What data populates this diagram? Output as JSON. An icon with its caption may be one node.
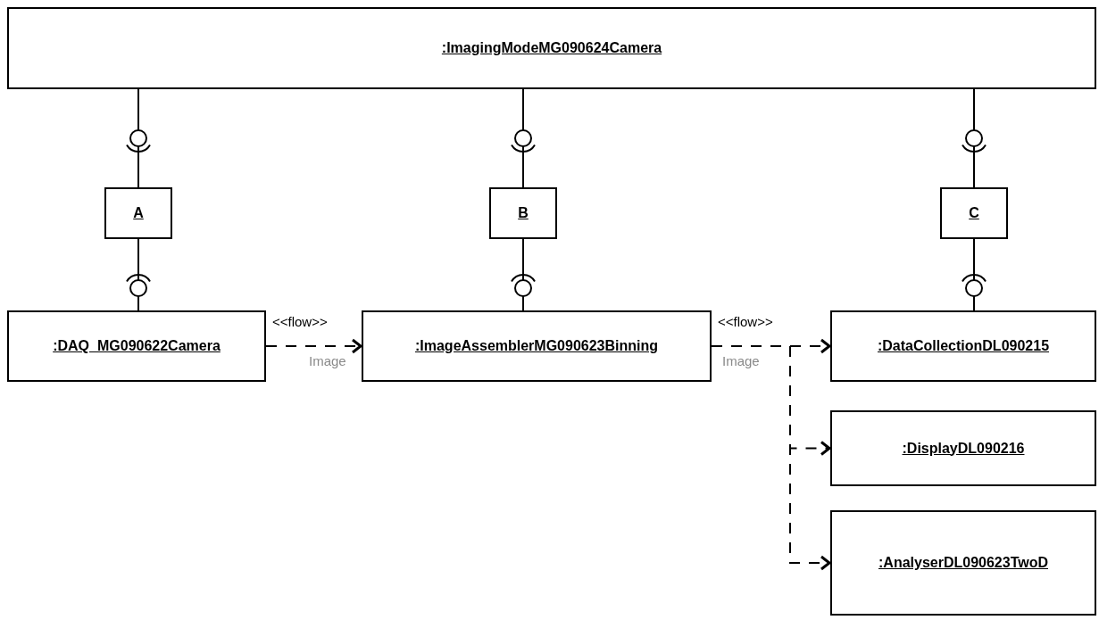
{
  "diagram": {
    "nodes": [
      {
        "text": [
          ":ImagingModeMG090624Camera"
        ]
      },
      {
        "text": [
          "A"
        ]
      },
      {
        "text": [
          "B"
        ]
      },
      {
        "text": [
          "C"
        ]
      },
      {
        "text": [
          ":DAQ_MG090622Camera"
        ]
      },
      {
        "text": [
          ":ImageAssemblerMG090623Binning"
        ]
      },
      {
        "text": [
          ":DataCollectionDL090215"
        ]
      },
      {
        "text": [
          ":DisplayDL090216"
        ]
      },
      {
        "text": [
          ":AnalyserDL090623TwoD"
        ]
      }
    ],
    "edges": [
      {
        "from": 0,
        "to": 1,
        "arrow": "other"
      },
      {
        "from": 4,
        "to": 1,
        "arrow": "other"
      },
      {
        "from": 0,
        "to": 2,
        "arrow": "other"
      },
      {
        "from": 5,
        "to": 2,
        "arrow": "other"
      },
      {
        "from": 0,
        "to": 3,
        "arrow": "other"
      },
      {
        "from": 6,
        "to": 3,
        "arrow": "other"
      },
      {
        "from": 4,
        "to": 5,
        "arrow": "to",
        "style": "dashed",
        "label": "<<flow>>"
      },
      {
        "from": 5,
        "to": 6,
        "arrow": "to",
        "style": "dashed",
        "label": "<<flow>>"
      },
      {
        "from": 5,
        "to": 7,
        "arrow": "to",
        "style": "dashed"
      },
      {
        "from": 5,
        "to": 8,
        "arrow": "to",
        "style": "dashed"
      }
    ],
    "labels": [
      "Image",
      "Image"
    ]
  }
}
